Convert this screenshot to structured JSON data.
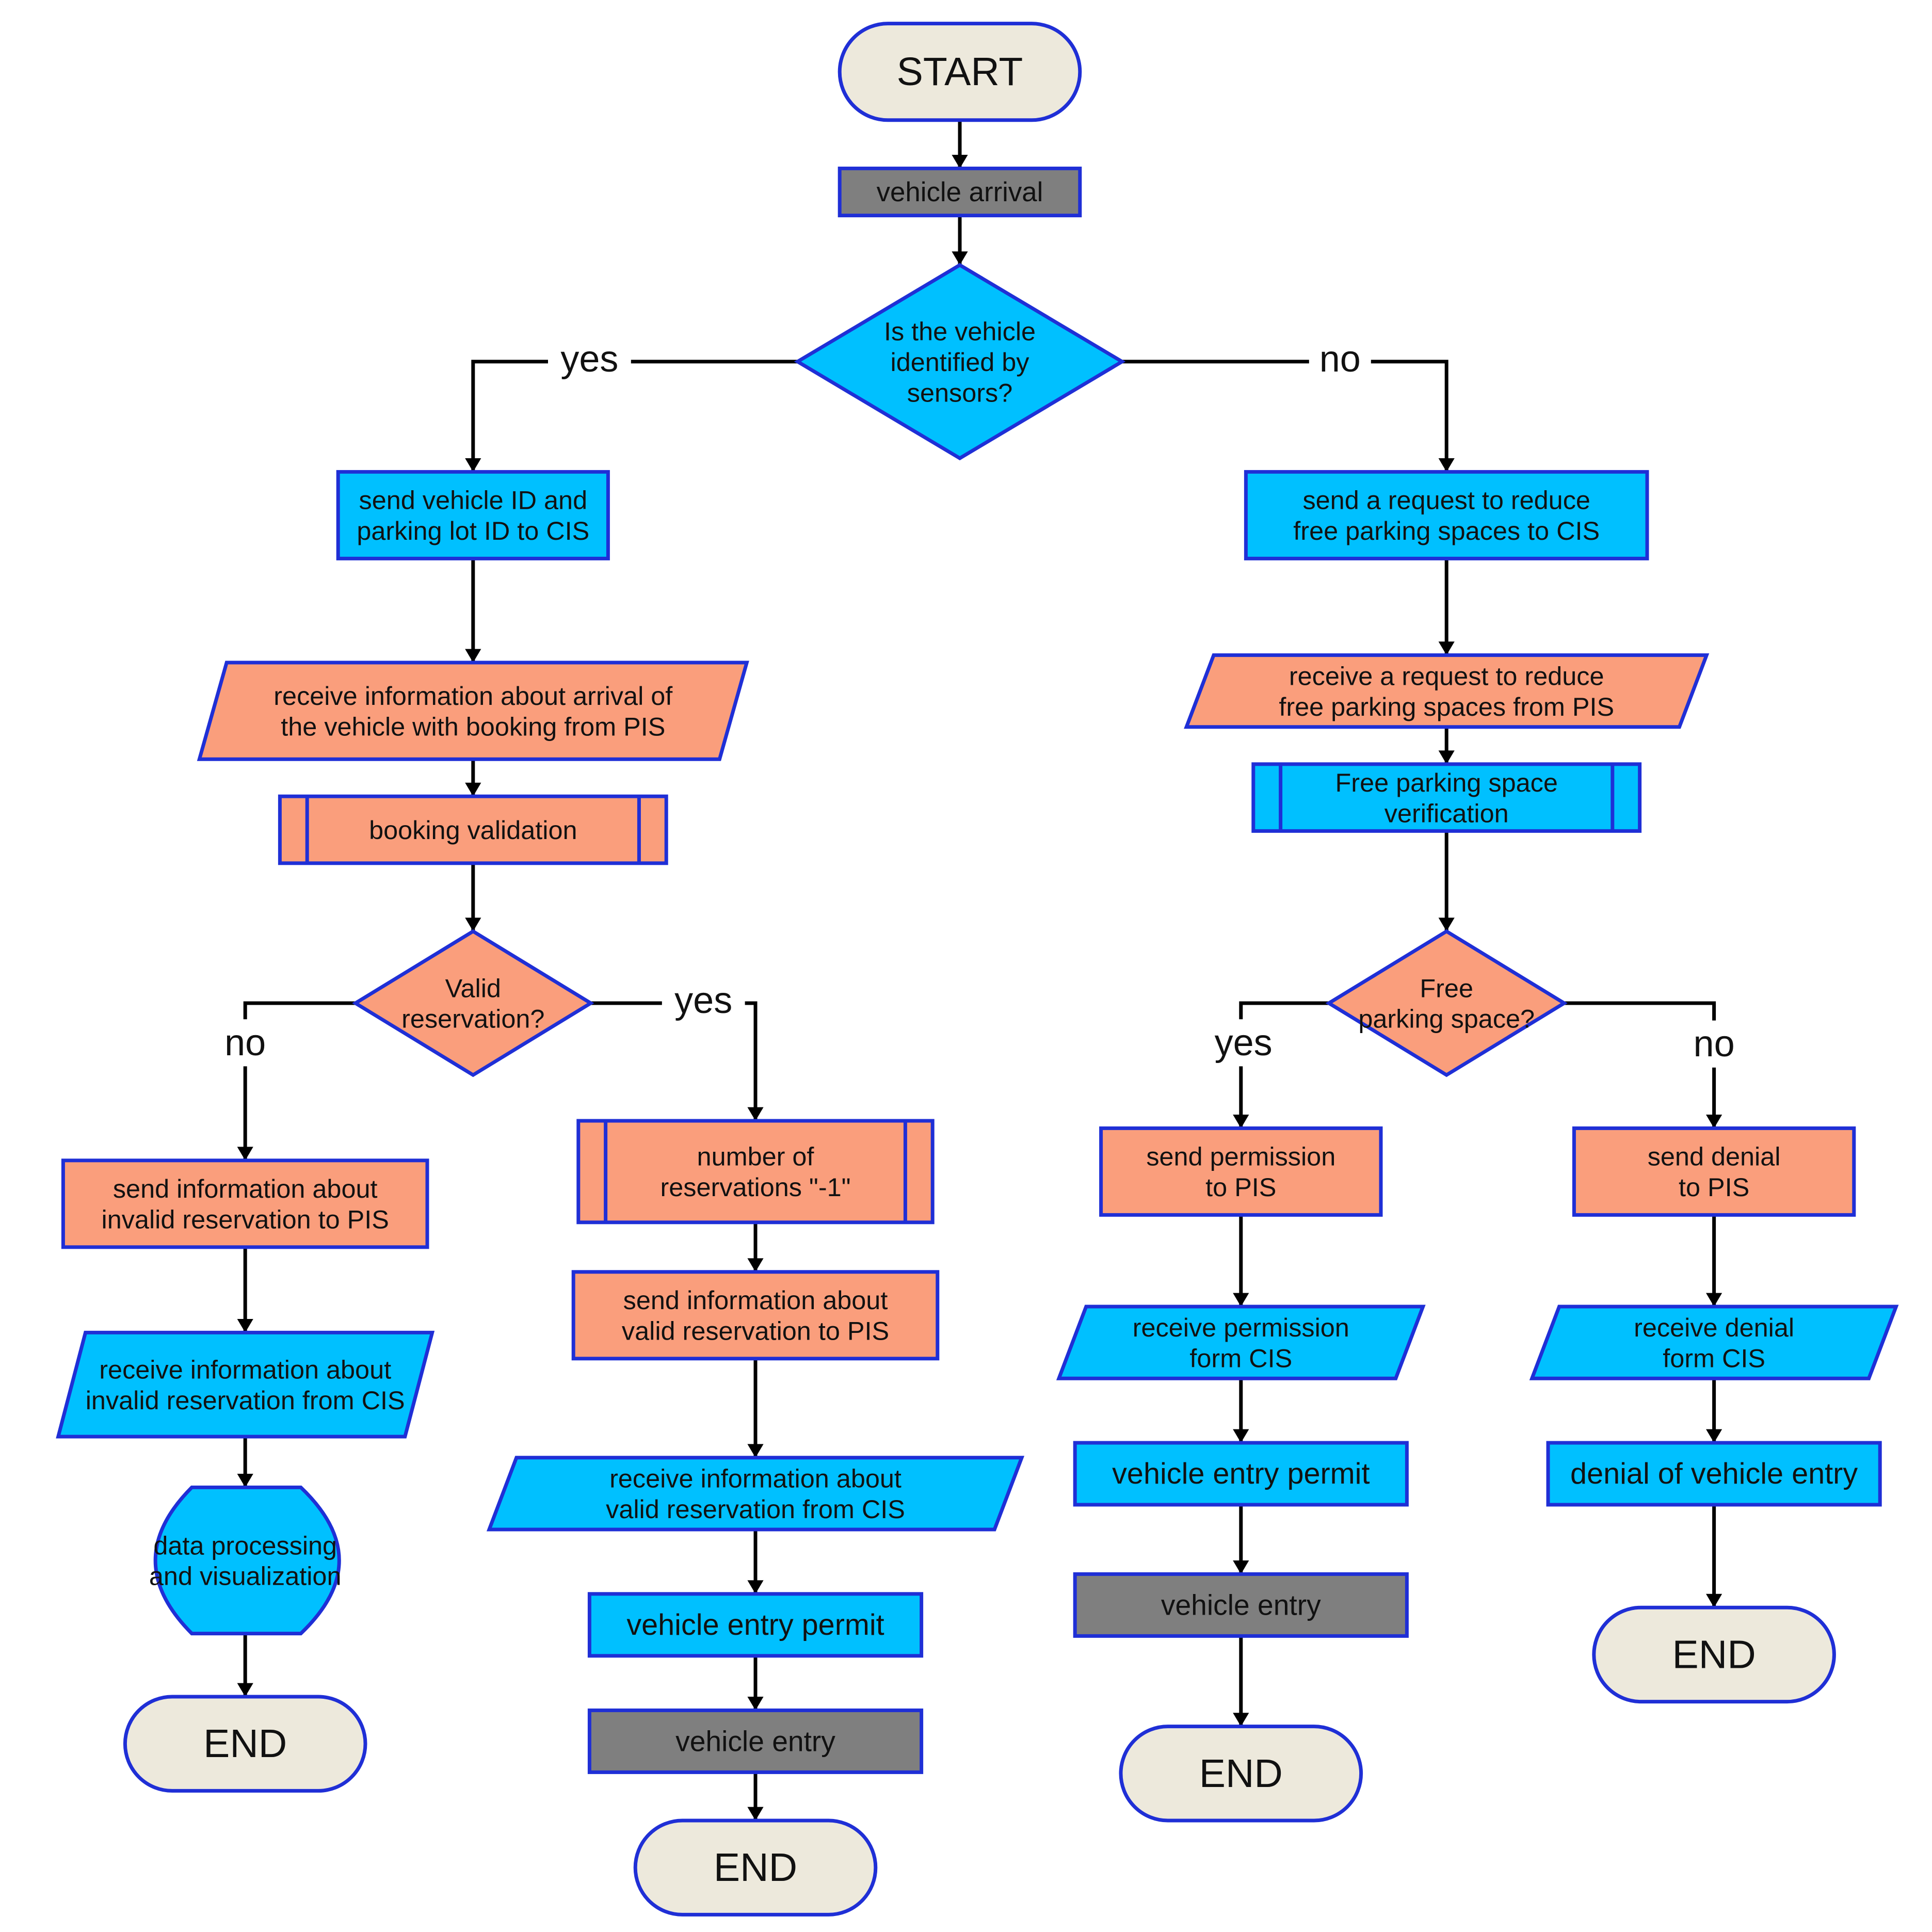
{
  "colors": {
    "terminal": "#ede9dc",
    "process_blue": "#00c0ff",
    "process_orange": "#fa9e7c",
    "manual_gray": "#7f7f7f",
    "border": "#1f2fd6",
    "line": "#000000"
  },
  "nodes": {
    "start": {
      "lines": [
        "START"
      ]
    },
    "arrival": {
      "lines": [
        "vehicle arrival"
      ]
    },
    "d_identified": {
      "lines": [
        "Is the vehicle",
        "identified by",
        "sensors?"
      ]
    },
    "send_id": {
      "lines": [
        "send vehicle ID and",
        "parking lot ID to CIS"
      ]
    },
    "recv_arrival": {
      "lines": [
        "receive information about arrival of",
        "the vehicle with booking from PIS"
      ]
    },
    "booking_val": {
      "lines": [
        "booking validation"
      ]
    },
    "d_valid": {
      "lines": [
        "Valid",
        "reservation?"
      ]
    },
    "send_invalid": {
      "lines": [
        "send information about",
        "invalid reservation to PIS"
      ]
    },
    "recv_invalid": {
      "lines": [
        "receive information about",
        "invalid reservation from CIS"
      ]
    },
    "data_proc": {
      "lines": [
        "data processing",
        "and visualization"
      ]
    },
    "end_a": {
      "lines": [
        "END"
      ]
    },
    "num_res": {
      "lines": [
        "number of",
        "reservations \"-1\""
      ]
    },
    "send_valid": {
      "lines": [
        "send information about",
        "valid reservation to PIS"
      ]
    },
    "recv_valid": {
      "lines": [
        "receive information about",
        "valid reservation from CIS"
      ]
    },
    "permit_b": {
      "lines": [
        "vehicle entry permit"
      ]
    },
    "entry_b": {
      "lines": [
        "vehicle entry"
      ]
    },
    "end_b": {
      "lines": [
        "END"
      ]
    },
    "send_reduce": {
      "lines": [
        "send a request to reduce",
        "free parking spaces to CIS"
      ]
    },
    "recv_reduce": {
      "lines": [
        "receive a request to reduce",
        "free parking spaces from PIS"
      ]
    },
    "free_verif": {
      "lines": [
        "Free parking space",
        "verification"
      ]
    },
    "d_free": {
      "lines": [
        "Free",
        "parking space?"
      ]
    },
    "send_perm": {
      "lines": [
        "send permission",
        "to PIS"
      ]
    },
    "recv_perm": {
      "lines": [
        "receive permission",
        "form CIS"
      ]
    },
    "permit_c": {
      "lines": [
        "vehicle entry permit"
      ]
    },
    "entry_c": {
      "lines": [
        "vehicle entry"
      ]
    },
    "end_c": {
      "lines": [
        "END"
      ]
    },
    "send_denial": {
      "lines": [
        "send denial",
        "to PIS"
      ]
    },
    "recv_denial": {
      "lines": [
        "receive denial",
        "form CIS"
      ]
    },
    "denial_entry": {
      "lines": [
        "denial of vehicle entry"
      ]
    },
    "end_d": {
      "lines": [
        "END"
      ]
    }
  },
  "edge_labels": {
    "ident_yes": "yes",
    "ident_no": "no",
    "valid_no": "no",
    "valid_yes": "yes",
    "free_yes": "yes",
    "free_no": "no"
  }
}
